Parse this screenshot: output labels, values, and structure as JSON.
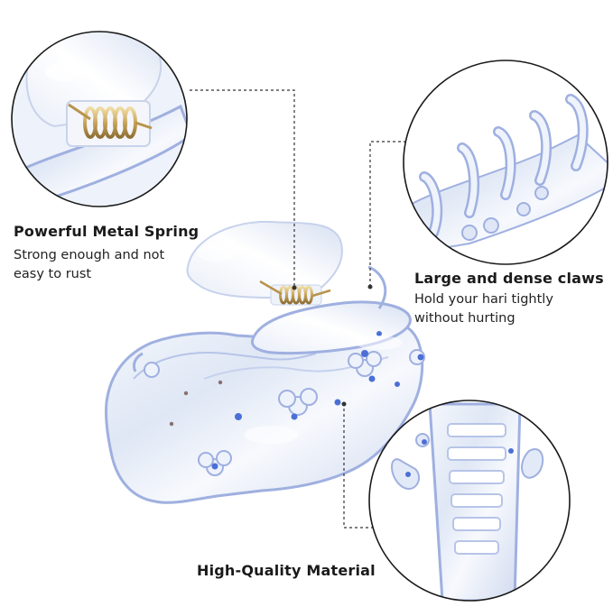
{
  "callouts": {
    "spring": {
      "title": "Powerful Metal Spring",
      "desc": "Strong enough and not easy to rust"
    },
    "claws": {
      "title": "Large and dense claws",
      "desc": "Hold your hari tightly without hurting"
    },
    "material": {
      "title": "High-Quality Material"
    }
  },
  "colors": {
    "background": "#ffffff",
    "clip_body": "#e8eef8",
    "clip_edge": "#9fb0e0",
    "rhinestone": "#4c6fd6",
    "spring_gold": "#c9a55a",
    "circle_border": "#1a1a1a"
  },
  "icons": {
    "spring": "metal-spring-detail",
    "claws": "claw-teeth-detail",
    "material": "pearlescent-material-detail"
  }
}
